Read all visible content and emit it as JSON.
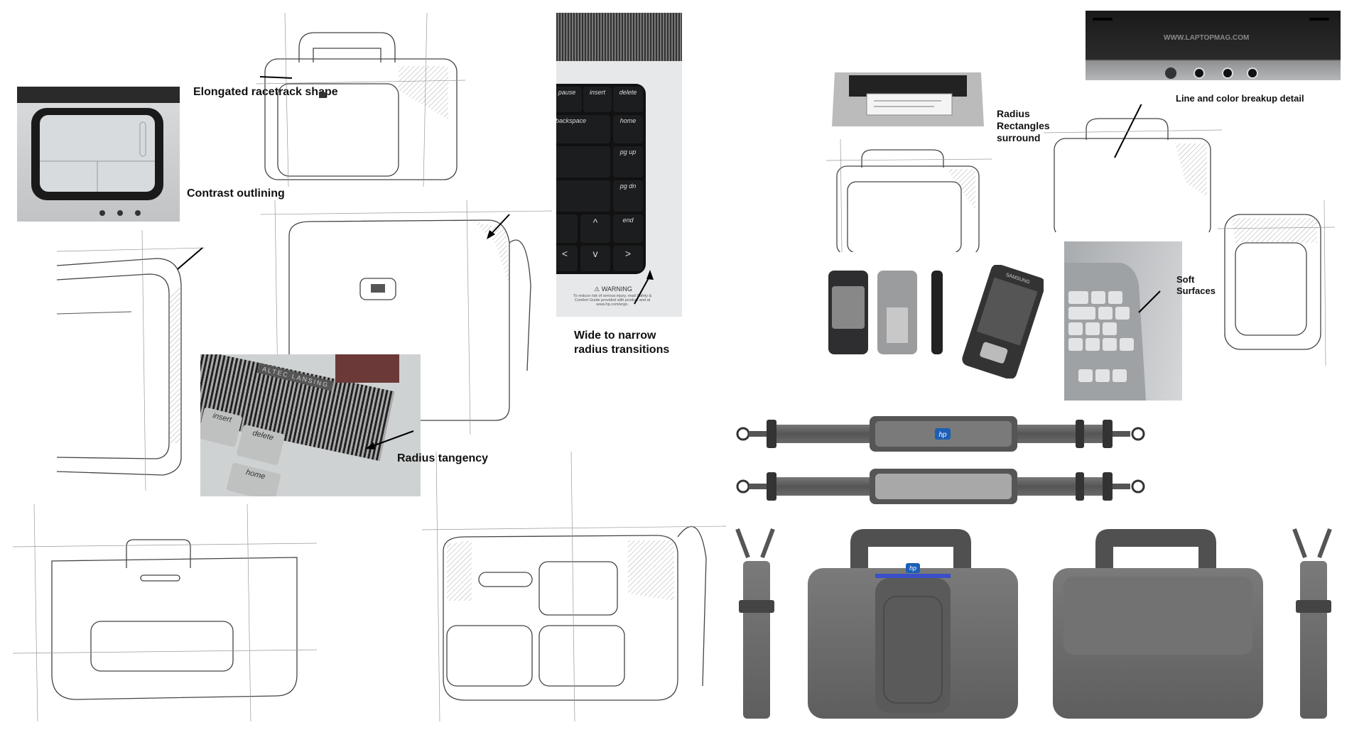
{
  "annotations": {
    "elongated": "Elongated racetrack shape",
    "contrast": "Contrast outlining",
    "wide_narrow": "Wide to narrow radius transitions",
    "tangency": "Radius tangency",
    "radius_rect": "Radius Rectangles surround",
    "line_color": "Line and color breakup detail",
    "soft": "Soft Surfaces"
  },
  "laptop_front": {
    "watermark": "WWW.LAPTOPMAG.COM"
  },
  "keyboard": {
    "keys": [
      "pause",
      "insert",
      "delete",
      "backspace",
      "home",
      "pg up",
      "pg dn",
      "end",
      "^",
      "<",
      "v",
      ">"
    ],
    "warning_title": "⚠ WARNING",
    "warning_text": "To reduce risk of serious injury, read Safety & Comfort Guide provided with product and at www.hp.com/ergo."
  },
  "keys_closeup": {
    "brand": "ALTEC LANSING",
    "keys": [
      "insert",
      "delete",
      "home"
    ]
  },
  "phones": {
    "brand": "SAMSUNG"
  },
  "logo": "hp",
  "colors": {
    "bag": "#6a6a6a",
    "bag_dark": "#4a4a4a",
    "logo_blue": "#1c5fb5",
    "accent_stripe": "#3a4fc8"
  }
}
